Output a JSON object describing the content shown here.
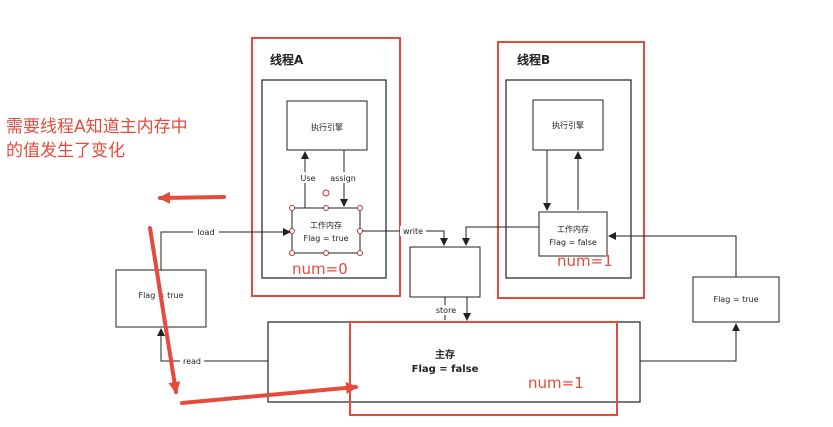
{
  "annotation": {
    "line1": "需要线程A知道主内存中",
    "line2": "的值发生了变化"
  },
  "thread_a": {
    "title": "线程A",
    "engine_label": "执行引擎",
    "use_label": "Use",
    "assign_label": "assign",
    "working_memory_title": "工作内存",
    "working_memory_value": "Flag = true",
    "counter": "num=0"
  },
  "thread_b": {
    "title": "线程B",
    "engine_label": "执行引擎",
    "working_memory_title": "工作内存",
    "working_memory_value": "Flag = false",
    "counter": "num=1"
  },
  "main_memory": {
    "title": "主存",
    "value": "Flag = false",
    "counter": "num=1"
  },
  "left_copy": {
    "value": "Flag = true"
  },
  "right_copy": {
    "value": "Flag = true"
  },
  "edges": {
    "load": "load",
    "write": "write",
    "store": "store",
    "read": "read"
  },
  "colors": {
    "accent_red": "#e64a3b",
    "box_border": "#222222"
  }
}
